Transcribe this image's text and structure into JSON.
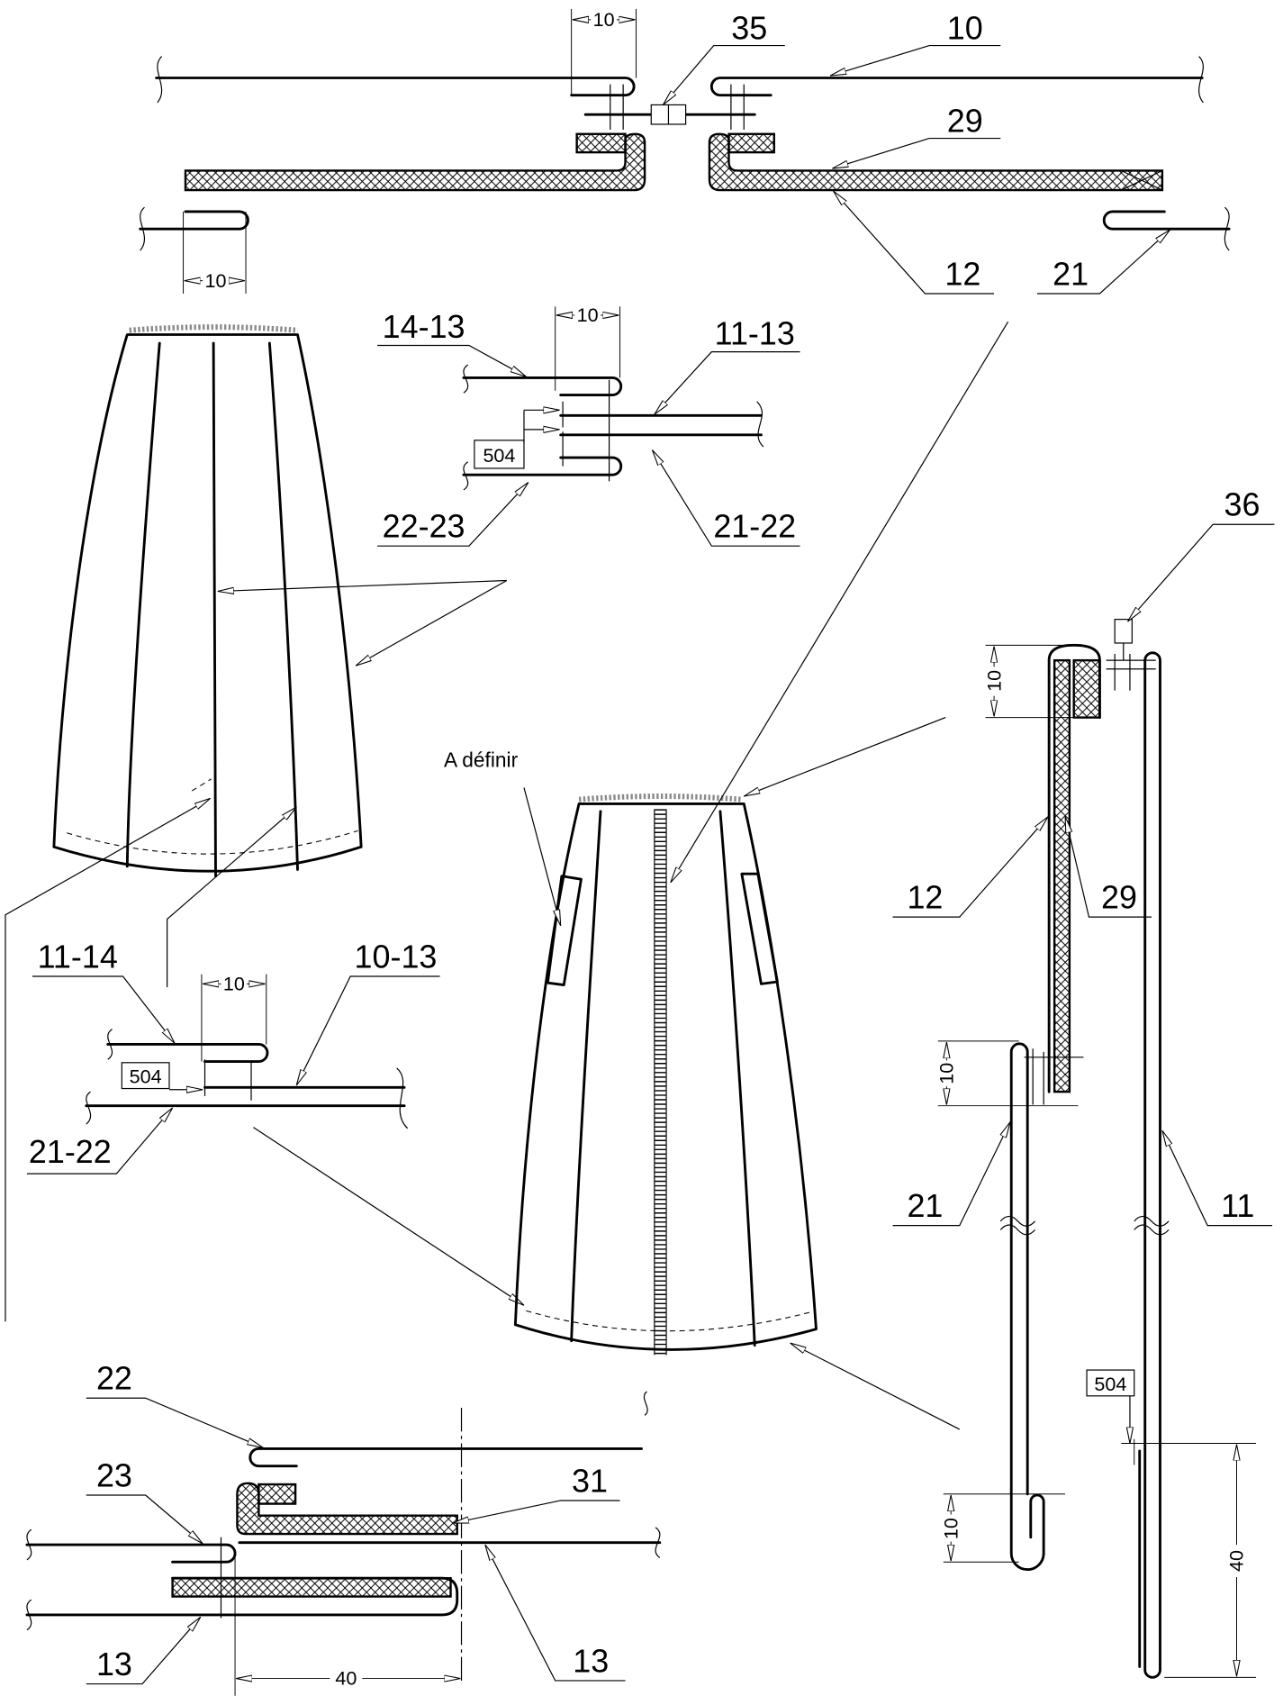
{
  "colors": {
    "ink": "#000000",
    "paper": "#ffffff",
    "waistband": "#8a8a8a"
  },
  "top_detail": {
    "dim_top": "10",
    "dim_bottom": "10",
    "callout_35": "35",
    "callout_10": "10",
    "callout_29": "29",
    "callout_12": "12",
    "callout_21": "21"
  },
  "seam_detail": {
    "dim_fold": "10",
    "callout_14_13": "14-13",
    "callout_11_13": "11-13",
    "stitch_type": "504",
    "callout_22_23": "22-23",
    "callout_21_22": "21-22"
  },
  "side_detail": {
    "callout_11_14": "11-14",
    "dim_fold": "10",
    "callout_10_13": "10-13",
    "stitch_type": "504",
    "callout_21_22": "21-22"
  },
  "back_view": {
    "note": "A définir"
  },
  "vertical_detail": {
    "callout_36": "36",
    "dim_top": "10",
    "callout_12": "12",
    "callout_29": "29",
    "dim_middle": "10",
    "callout_21": "21",
    "callout_11": "11",
    "stitch_type": "504",
    "dim_length": "40",
    "dim_bottom": "10"
  },
  "hem_detail": {
    "callout_22": "22",
    "callout_23": "23",
    "callout_31": "31",
    "callout_13_left": "13",
    "callout_13_right": "13",
    "dim_length": "40"
  }
}
